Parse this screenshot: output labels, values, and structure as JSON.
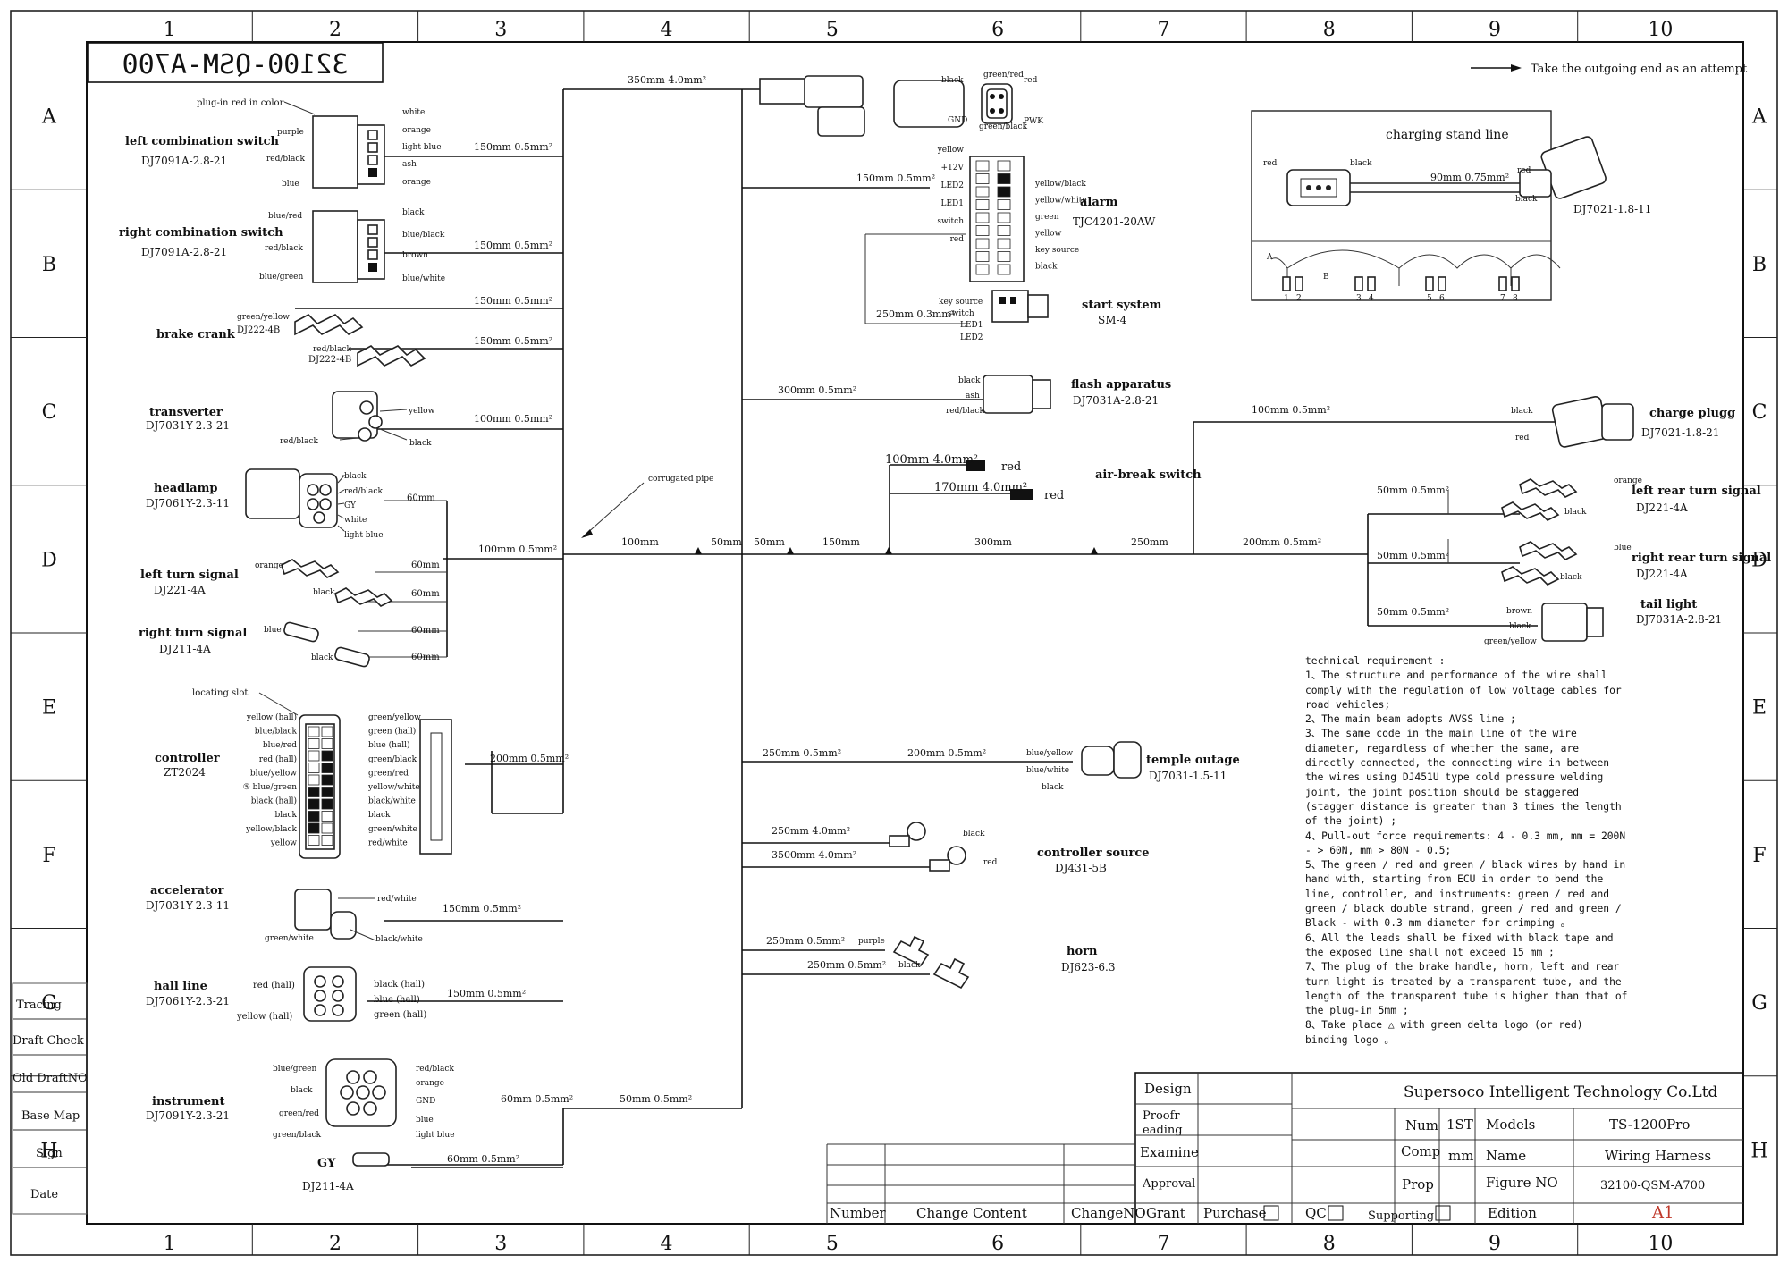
{
  "grid_columns": [
    "1",
    "2",
    "3",
    "4",
    "5",
    "6",
    "7",
    "8",
    "9",
    "10"
  ],
  "grid_rows": [
    "A",
    "B",
    "C",
    "D",
    "E",
    "F",
    "G",
    "H"
  ],
  "drawing_number_mirrored": "32100-QSM-A700",
  "note_top_right": "Take the outgoing end as an attempt",
  "charging_stand": {
    "title": "charging stand line",
    "left_labels": [
      "red",
      "black"
    ],
    "right_labels": [
      "red",
      "black"
    ],
    "dim": "90mm 0.75mm²",
    "code": "DJ7021-1.8-11",
    "sub_labels": [
      "A",
      "B"
    ],
    "pins": [
      "1",
      "2",
      "3",
      "4",
      "5",
      "6",
      "7",
      "8"
    ]
  },
  "left": {
    "plugin_note": "plug-in red in color",
    "left_combo": {
      "name": "left combination switch",
      "code": "DJ7091A-2.8-21",
      "pins_left": [
        "purple",
        "red/black",
        "blue"
      ],
      "pins_right": [
        "white",
        "orange",
        "light blue",
        "ash",
        "orange"
      ],
      "dim": "150mm 0.5mm²"
    },
    "right_combo": {
      "name": "right combination switch",
      "code": "DJ7091A-2.8-21",
      "pins_left": [
        "blue/red",
        "red/black",
        "blue/green"
      ],
      "pins_right": [
        "black",
        "blue/black",
        "brown",
        "blue/white"
      ],
      "dim": "150mm 0.5mm²"
    },
    "brake": {
      "name": "brake crank",
      "c1_label": "green/yellow",
      "c1_code": "DJ222-4B",
      "c2_label": "red/black",
      "c2_code": "DJ222-4B",
      "dim1": "150mm 0.5mm²",
      "dim2": "150mm 0.5mm²"
    },
    "transverter": {
      "name": "transverter",
      "code": "DJ7031Y-2.3-21",
      "pins": [
        "yellow",
        "red/black",
        "black"
      ],
      "dim": "100mm 0.5mm²"
    },
    "headlamp": {
      "name": "headlamp",
      "code": "DJ7061Y-2.3-11",
      "pins": [
        "black",
        "red/black",
        "GY",
        "white",
        "light blue"
      ],
      "dim_branch": "60mm",
      "dim_main": "100mm 0.5mm²"
    },
    "left_turn": {
      "name": "left turn signal",
      "code": "DJ221-4A",
      "pins": [
        "orange",
        "black"
      ],
      "dims": [
        "60mm",
        "60mm"
      ]
    },
    "right_turn": {
      "name": "right turn signal",
      "code": "DJ211-4A",
      "pins": [
        "blue",
        "black"
      ],
      "dims": [
        "60mm",
        "60mm"
      ]
    },
    "locating_slot": "locating slot",
    "controller": {
      "name": "controller",
      "code": "ZT2024",
      "pins_left": [
        "yellow (hall)",
        "blue/black",
        "blue/red",
        "red (hall)",
        "blue/yellow",
        "⑤ blue/green",
        "black (hall)",
        "black",
        "yellow/black",
        "yellow"
      ],
      "pins_right": [
        "green/yellow",
        "green (hall)",
        "blue (hall)",
        "green/black",
        "green/red",
        "yellow/white",
        "black/white",
        "black",
        "green/white",
        "red/white"
      ],
      "dim": "200mm 0.5mm²"
    },
    "accelerator": {
      "name": "accelerator",
      "code": "DJ7031Y-2.3-11",
      "pins": [
        "red/white",
        "green/white",
        "black/white"
      ],
      "dim": "150mm 0.5mm²"
    },
    "hall_line": {
      "name": "hall line",
      "code": "DJ7061Y-2.3-21",
      "pins_left": [
        "red (hall)",
        "yellow (hall)"
      ],
      "pins_right": [
        "black (hall)",
        "blue (hall)",
        "green (hall)"
      ],
      "dim": "150mm 0.5mm²"
    },
    "instrument": {
      "name": "instrument",
      "code": "DJ7091Y-2.3-21",
      "pins_left": [
        "blue/green",
        "black",
        "green/red",
        "green/black"
      ],
      "pins_right": [
        "red/black",
        "orange",
        "GND",
        "blue",
        "light blue"
      ],
      "dim1": "60mm 0.5mm²",
      "dim2": "50mm 0.5mm²"
    },
    "gy": {
      "name": "GY",
      "code": "DJ211-4A",
      "dim": "60mm 0.5mm²"
    }
  },
  "center": {
    "top_dim": "350mm 4.0mm²",
    "ecu_pins": [
      "black",
      "green/red",
      "GND",
      "green/black",
      "PWK",
      "red"
    ],
    "alarm": {
      "name": "alarm",
      "code": "TJC4201-20AW",
      "pins_left": [
        "yellow",
        "+12V",
        "LED2",
        "LED1",
        "switch",
        "red"
      ],
      "pins_right": [
        "yellow/black",
        "yellow/white",
        "green",
        "yellow",
        "key source",
        "black"
      ],
      "dim": "150mm 0.5mm²"
    },
    "start": {
      "name": "start system",
      "code": "SM-4",
      "pins": [
        "key source",
        "switch",
        "LED1",
        "LED2"
      ],
      "dim": "250mm 0.3mm²"
    },
    "flash": {
      "name": "flash apparatus",
      "code": "DJ7031A-2.8-21",
      "pins": [
        "black",
        "ash",
        "red/black"
      ],
      "dim": "300mm 0.5mm²"
    },
    "airbreak": {
      "name": "air-break switch",
      "w1_dim": "100mm 4.0mm²",
      "w1_label": "red",
      "w2_dim": "170mm 4.0mm²",
      "w2_label": "red"
    },
    "corrugated": "corrugated pipe",
    "main_dims": [
      "100mm",
      "50mm",
      "50mm",
      "150mm",
      "300mm",
      "250mm",
      "200mm 0.5mm²"
    ],
    "charge_plug": {
      "name": "charge plugg",
      "code": "DJ7021-1.8-21",
      "pins": [
        "black",
        "red"
      ],
      "dim": "100mm 0.5mm²"
    },
    "lr_turn": {
      "name": "left rear turn signal",
      "code": "DJ221-4A",
      "pins": [
        "orange",
        "black"
      ],
      "dim": "50mm 0.5mm²"
    },
    "rr_turn": {
      "name": "right rear turn signal",
      "code": "DJ221-4A",
      "pins": [
        "blue",
        "black"
      ],
      "dim": "50mm 0.5mm²"
    },
    "tail": {
      "name": "tail light",
      "code": "DJ7031A-2.8-21",
      "pins": [
        "brown",
        "black",
        "green/yellow"
      ],
      "dim": "50mm 0.5mm²"
    },
    "temple": {
      "name": "temple outage",
      "code": "DJ7031-1.5-11",
      "pins": [
        "blue/yellow",
        "blue/white",
        "black"
      ],
      "dim1": "250mm 0.5mm²",
      "dim2": "200mm 0.5mm²"
    },
    "ctrl_source": {
      "name": "controller source",
      "code": "DJ431-5B",
      "w1_dim": "250mm 4.0mm²",
      "w1_label": "black",
      "w2_dim": "3500mm 4.0mm²",
      "w2_label": "red"
    },
    "horn": {
      "name": "horn",
      "code": "DJ623-6.3",
      "w1_dim": "250mm 0.5mm²",
      "w1_label": "purple",
      "w2_dim": "250mm 0.5mm²",
      "w2_label": "black"
    }
  },
  "tech_requirements": "technical requirement :\n1、The structure and performance of the wire shall\ncomply with the regulation of low voltage cables for\nroad vehicles;\n2、The main beam adopts AVSS line ;\n3、The same code in the main line of the wire\ndiameter, regardless of whether the same, are\ndirectly connected, the connecting wire in between\nthe wires using DJ451U type cold pressure welding\njoint, the joint position should be staggered\n(stagger distance is greater than 3 times the length\nof the joint) ;\n4、Pull-out force requirements: 4 - 0.3 mm, mm = 200N\n- > 60N, mm > 80N - 0.5;\n5、The green / red and green / black wires by hand in\nhand with, starting from ECU in order to bend the\nline, controller, and instruments: green / red and\ngreen / black double strand, green / red and green /\nBlack - with 0.3 mm diameter for crimping 。\n6、All the leads shall be fixed with black tape and\nthe exposed line shall not exceed 15 mm ;\n7、The plug of the brake handle, horn, left and rear\nturn light is treated by a transparent tube, and the\nlength of the transparent tube is higher than that of\nthe plug-in 5mm ;\n8、Take place △ with green delta logo (or red)\nbinding logo 。",
  "side_labels": [
    "Tracing",
    "Draft Check",
    "Old DraftNO",
    "Base Map",
    "Sign",
    "Date"
  ],
  "title_block": {
    "roles": [
      "Design",
      "Proofr\neading",
      "Examine",
      "Approval"
    ],
    "company": "Supersoco Intelligent Technology Co.Ltd",
    "num_label": "Num",
    "num_value": "1ST",
    "models_label": "Models",
    "models_value": "TS-1200Pro",
    "comp_label": "Comp",
    "comp_value": "mm",
    "name_label": "Name",
    "name_value": "Wiring Harness",
    "prop_label": "Prop",
    "figure_label": "Figure NO",
    "figure_value": "32100-QSM-A700",
    "edition_label": "Edition",
    "edition_value": "A1",
    "bottom_row": [
      "Number",
      "Change Content",
      "ChangeNO",
      "Grant",
      "Purchase",
      "QC",
      "Supporting"
    ]
  }
}
